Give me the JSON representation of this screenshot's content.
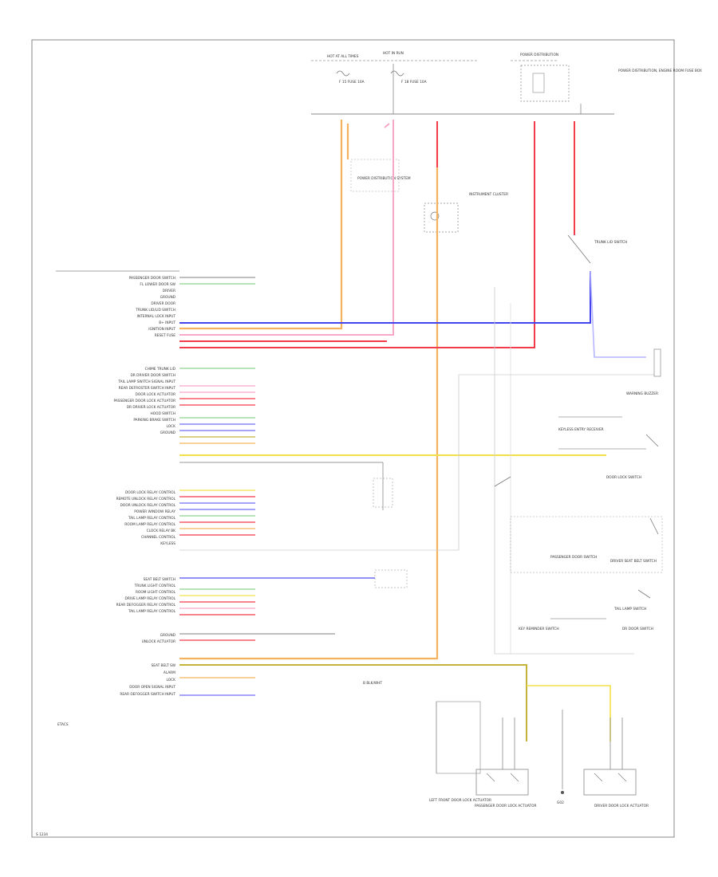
{
  "colors": {
    "orange": "#f5b25e",
    "pink": "#f7a8c8",
    "red": "#f23b4b",
    "blue": "#4343f0",
    "yellow": "#f2e04a",
    "olive": "#c4b43a",
    "green": "#8fd38f",
    "lightblue": "#b6b6ff",
    "wire_grey": "#999999"
  },
  "top": {
    "hot_at_all_times": "HOT AT ALL TIMES",
    "hot_in_run": "HOT IN RUN",
    "fuse_left": "F 15 FUSE 10A",
    "fuse_right": "F 18 FUSE 10A",
    "power_dist": "POWER DISTRIBUTION",
    "fuse_block_title": "POWER DISTRIBUTION, ENGINE ROOM FUSE BOX"
  },
  "center": {
    "power_distribution": "POWER DISTRIBUTION SYSTEM",
    "instrument_cluster": "INSTRUMENT CLUSTER",
    "trunk_lid_switch": "TRUNK LID SWITCH"
  },
  "ecm_labels": {
    "group1": [
      "PASSENGER DOOR SWITCH",
      "FL LOWER DOOR SW",
      "DRIVER",
      "GROUND",
      "DRIVER DOOR",
      "TRUNK LID/LID SWITCH",
      "INTERNAL LOCK INPUT",
      "B+ INPUT",
      "IGNITION INPUT",
      "RESET FUSE"
    ],
    "group2": [
      "CHIME   TRUNK LID",
      "DR DRIVER DOOR SWITCH",
      "TAIL LAMP SWITCH SIGNAL INPUT",
      "REAR DEFROSTER SWITCH INPUT",
      "DOOR LOCK ACTUATOR",
      "PASSENGER DOOR LOCK ACTUATOR",
      "DR DRIVER LOCK ACTUATOR",
      "HOOD SWITCH",
      "PARKING BRAKE SWITCH",
      "LOCK",
      "GROUND"
    ],
    "group3": [
      "DOOR LOCK RELAY CONTROL",
      "REMOTE UNLOCK RELAY CONTROL",
      "DOOR UNLOCK RELAY CONTROL",
      "POWER WINDOW RELAY",
      "TAIL LAMP RELAY CONTROL",
      "ROOM LAMP RELAY CONTROL",
      "CLOCK RELAY BK",
      "CHANNEL CONTROL",
      "KEYLESS"
    ],
    "group4": [
      "SEAT BELT SWITCH",
      "TRUNK LIGHT CONTROL",
      "ROOM LIGHT CONTROL",
      "DRIVE LAMP RELAY CONTROL",
      "REAR DEFOGGER RELAY CONTROL",
      "TAIL LAMP RELAY CONTROL"
    ],
    "group5": [
      "GROUND",
      "UNLOCK ACTUATOR"
    ],
    "group6": [
      "SEAT BELT SW",
      "ALARM",
      "LOCK",
      "DOOR OPEN SIGNAL INPUT",
      "REAR DEFOGGER SWITCH INPUT"
    ]
  },
  "right_labels": {
    "warning_buzzer": "WARNING BUZZER",
    "keyless_receiver": "KEYLESS ENTRY RECEIVER",
    "door_lock_switch": "DOOR LOCK SWITCH",
    "driver_seat_belt": "DRIVER SEAT BELT SWITCH",
    "passenger_door_switch": "PASSENGER DOOR SWITCH",
    "key_reminder": "KEY REMINDER SWITCH",
    "tail_lamp_switch": "TAIL LAMP SWITCH",
    "dr_door_switch": "DR DOOR SWITCH"
  },
  "bottom_labels": {
    "left_lock": "LEFT FRONT DOOR LOCK ACTUATOR",
    "passenger_door": "PASSENGER DOOR LOCK ACTUATOR",
    "gnd": "G02",
    "driver_door": "DRIVER DOOR LOCK ACTUATOR"
  },
  "misc": {
    "ecu_tag": "ETACS",
    "footer_code": "S 1234",
    "wire_tag": "B BLK/WHT"
  }
}
